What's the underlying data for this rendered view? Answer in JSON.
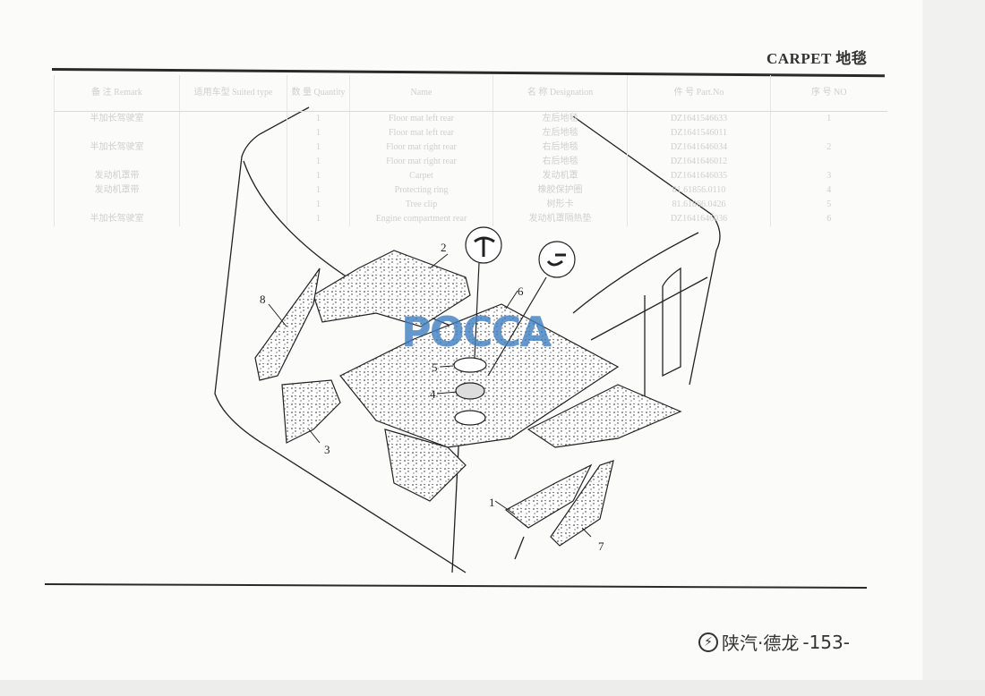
{
  "header": {
    "title": "CARPET  地毯"
  },
  "footer": {
    "logo_glyph": "⚡",
    "brand": "陕汽·德龙",
    "page_number": "-153-"
  },
  "watermark": "POCCA",
  "callouts": [
    "1",
    "2",
    "3",
    "4",
    "5",
    "6",
    "7",
    "8"
  ],
  "show_through_table": {
    "headers": [
      "备 注 Remark",
      "适用车型 Suited type",
      "数 量 Quantity",
      "Name",
      "名 称 Designation",
      "件 号 Part.No",
      "序 号 NO"
    ],
    "rows": [
      [
        "半加长驾驶室",
        "",
        "1",
        "Floor mat left rear",
        "左后地毯",
        "DZ1641546633",
        "1"
      ],
      [
        "",
        "",
        "1",
        "Floor mat left rear",
        "左后地毯",
        "DZ1641546011",
        ""
      ],
      [
        "半加长驾驶室",
        "",
        "1",
        "Floor mat right rear",
        "右后地毯",
        "DZ1641646034",
        "2"
      ],
      [
        "",
        "",
        "1",
        "Floor mat right rear",
        "右后地毯",
        "DZ1641646012",
        ""
      ],
      [
        "发动机罩带",
        "",
        "1",
        "Carpet",
        "发动机罩",
        "DZ1641646035",
        "3"
      ],
      [
        "发动机罩带",
        "",
        "1",
        "Protecting ring",
        "橡胶保护圈",
        "81.61856.0110",
        "4"
      ],
      [
        "",
        "",
        "1",
        "Tree clip",
        "树形卡",
        "81.61866.0426",
        "5"
      ],
      [
        "半加长驾驶室",
        "",
        "1",
        "Engine compartment rear",
        "发动机罩隔热垫",
        "DZ1641646036",
        "6"
      ]
    ]
  }
}
